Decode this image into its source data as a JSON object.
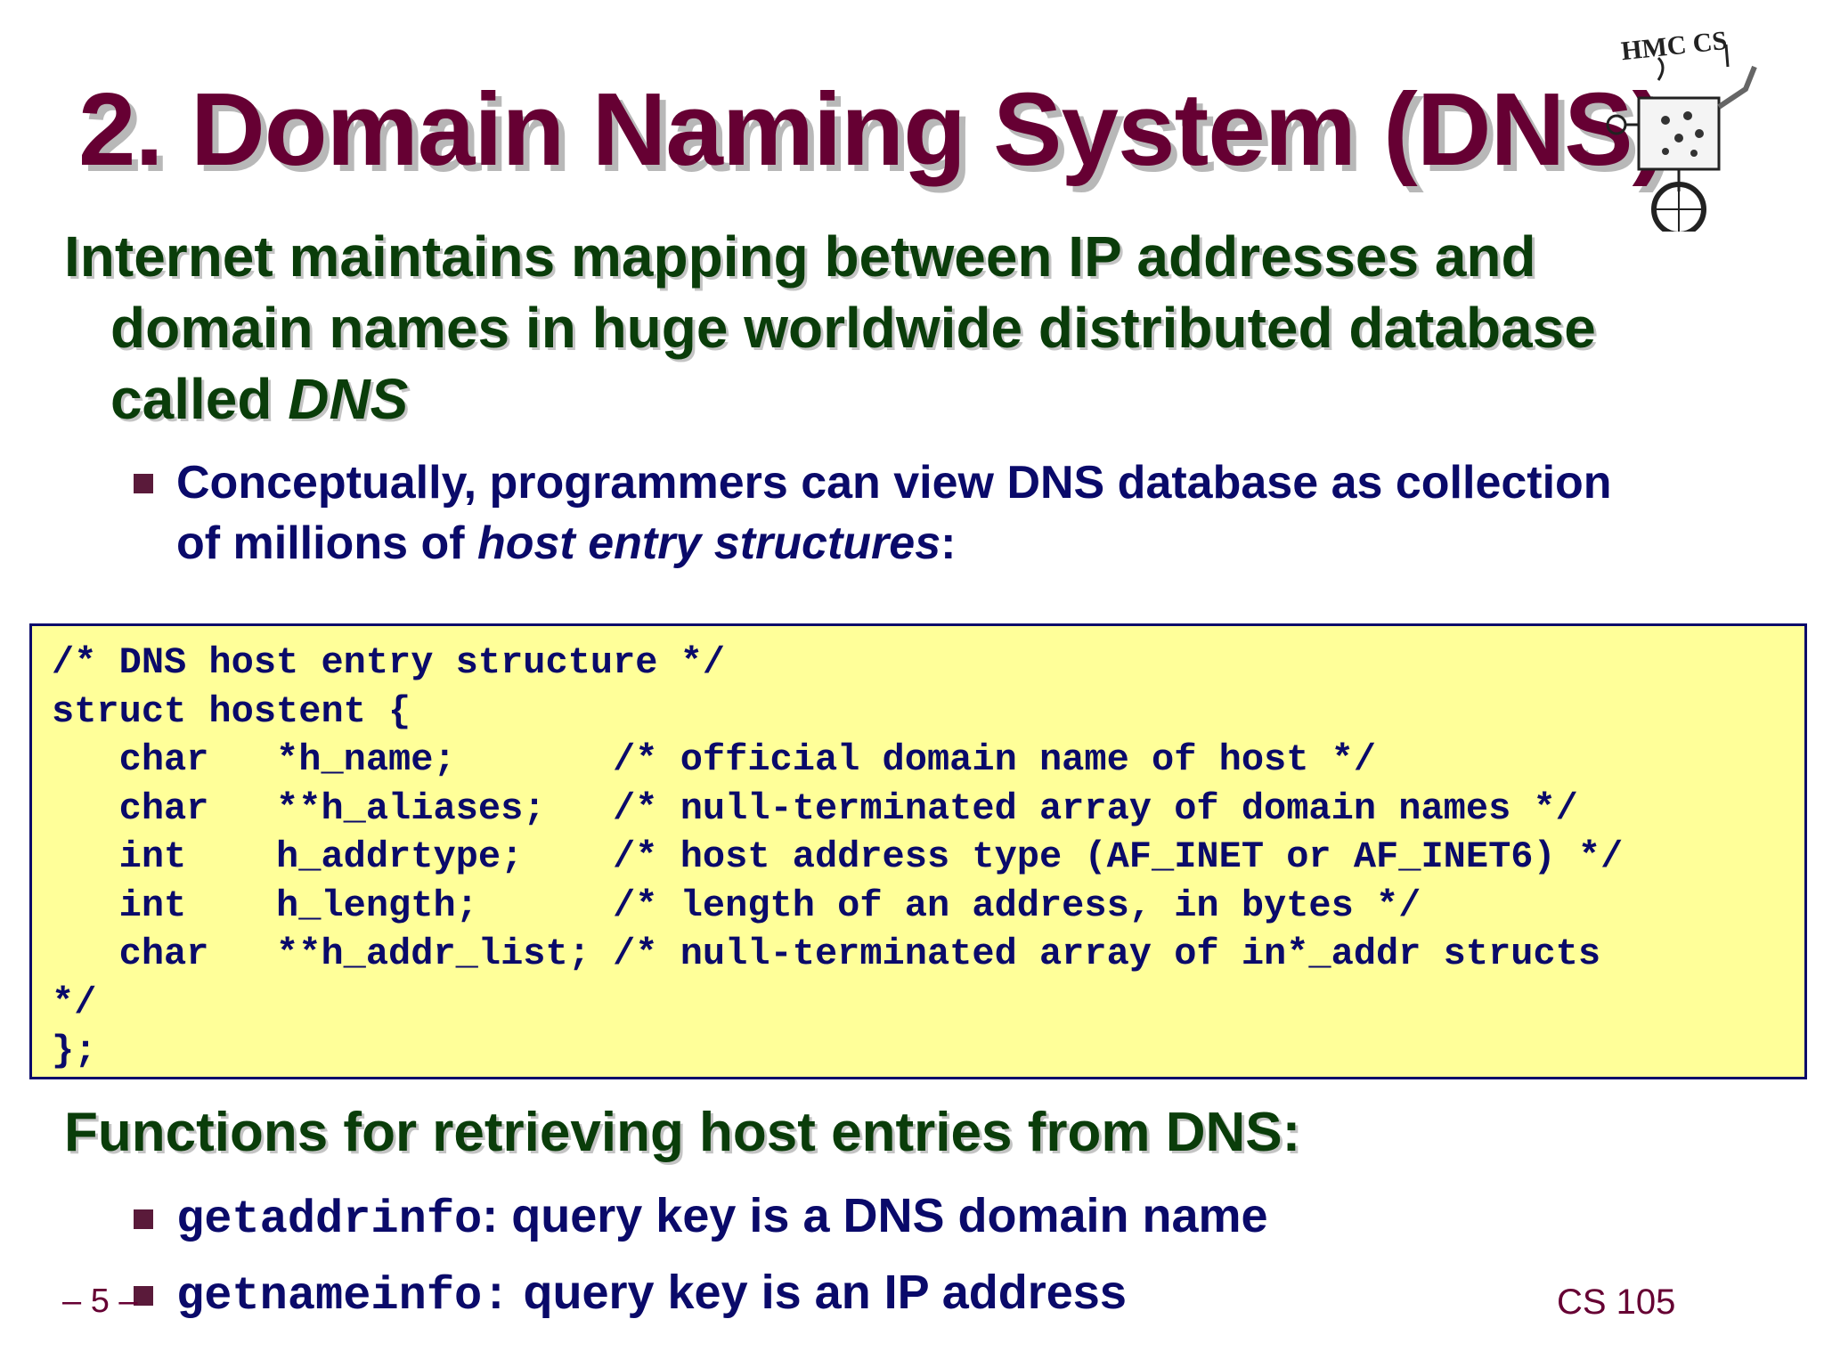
{
  "slide": {
    "title": "2. Domain Naming System (DNS)",
    "logo_text": "HMC CS",
    "intro": {
      "line1": "Internet maintains mapping between IP addresses and",
      "line2": "domain names in huge worldwide distributed database",
      "line3_prefix": "called ",
      "line3_em": "DNS"
    },
    "bullet1": {
      "line1": "Conceptually, programmers can view DNS database as collection",
      "line2_prefix": "of millions of ",
      "line2_em": "host entry structures",
      "line2_suffix": ":"
    },
    "code": [
      "/* DNS host entry structure */",
      "struct hostent {",
      "   char   *h_name;       /* official domain name of host */",
      "   char   **h_aliases;   /* null-terminated array of domain names */",
      "   int    h_addrtype;    /* host address type (AF_INET or AF_INET6) */",
      "   int    h_length;      /* length of an address, in bytes */",
      "   char   **h_addr_list; /* null-terminated array of in*_addr structs",
      "*/",
      "};"
    ],
    "functions_heading": "Functions for retrieving host entries from DNS:",
    "functions": [
      {
        "name": "getaddrinfo",
        "desc": ": query key is a DNS domain name"
      },
      {
        "name": "getnameinfo:",
        "desc": " query key is an IP address"
      }
    ],
    "footer_left": "– 5 –",
    "footer_right": "CS 105"
  }
}
